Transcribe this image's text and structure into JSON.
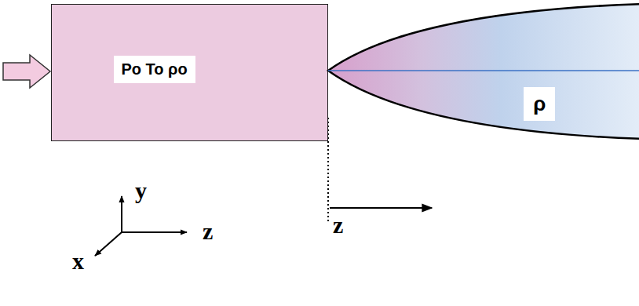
{
  "diagram": {
    "nodes": [
      {
        "text": [
          "Po To ρo"
        ]
      },
      {
        "text": [
          "ρ"
        ]
      }
    ],
    "labels": [
      "z",
      "y",
      "x",
      "z"
    ]
  }
}
